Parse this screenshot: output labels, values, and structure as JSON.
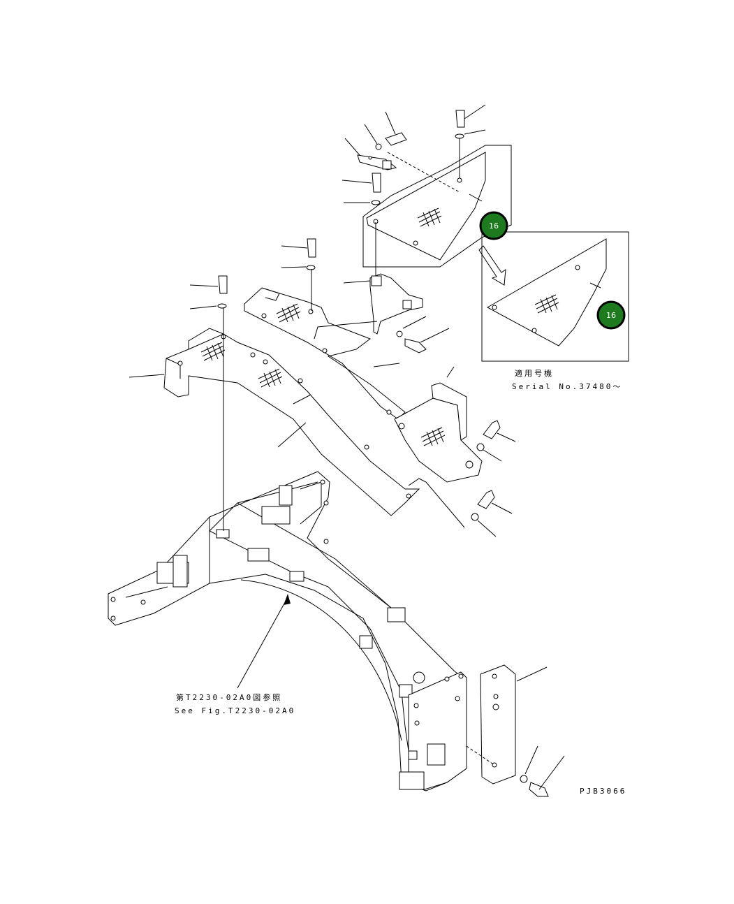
{
  "labels": {
    "serial_jp": "適用号機",
    "serial_en": "Serial No.37480～",
    "ref_jp": "第T2230-02A0図参照",
    "ref_en": "See Fig.T2230-02A0",
    "drawing_code": "PJB3066"
  },
  "callouts": [
    {
      "number": "16"
    },
    {
      "number": "16"
    }
  ],
  "colors": {
    "badge_fill": "#1e7a1e",
    "badge_stroke": "#000000",
    "line": "#000000"
  }
}
